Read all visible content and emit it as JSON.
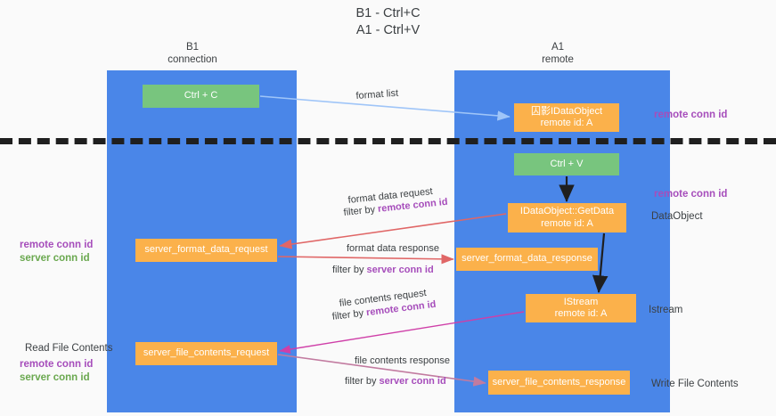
{
  "title": "B1 - Ctrl+C\nA1 - Ctrl+V",
  "columns": {
    "left": "B1\nconnection",
    "right": "A1\nremote"
  },
  "nodes": {
    "ctrl_c": "Ctrl + C",
    "idataobject": {
      "line1": "囚影IDataObject",
      "line2": "remote id: A"
    },
    "ctrl_v": "Ctrl + V",
    "getdata": {
      "line1": "IDataObject::GetData",
      "line2": "remote id: A"
    },
    "server_format_data_request": "server_format_data_request",
    "server_format_data_response": "server_format_data_response",
    "istream": {
      "line1": "IStream",
      "line2": "remote id: A"
    },
    "server_file_contents_request": "server_file_contents_request",
    "server_file_contents_response": "server_file_contents_response"
  },
  "edges": {
    "format_list": "format list",
    "format_data_request": "format data request",
    "format_data_request_filter_prefix": "filter by ",
    "format_data_request_filter_value": "remote conn id",
    "format_data_response": "format data response",
    "format_data_response_filter_prefix": "filter by ",
    "format_data_response_filter_value": "server conn id",
    "file_contents_request": "file contents request",
    "file_contents_request_filter_prefix": "filter by ",
    "file_contents_request_filter_value": "remote conn id",
    "file_contents_response": "file contents response",
    "file_contents_response_filter_prefix": "filter by ",
    "file_contents_response_filter_value": "server conn id"
  },
  "side_labels": {
    "remote_conn_id_top": "remote conn id",
    "remote_conn_id_mid": "remote conn id",
    "dataobject": "DataObject",
    "istream": "Istream",
    "write_file_contents": "Write File Contents",
    "read_file_contents": "Read File Contents",
    "left_remote_conn_id_1": "remote conn id",
    "left_server_conn_id_1": "server conn id",
    "left_remote_conn_id_2": "remote conn id",
    "left_server_conn_id_2": "server conn id"
  },
  "colors": {
    "lane": "#4a86e8",
    "green_node": "#78c57e",
    "orange_node": "#fbb14b",
    "purple_text": "#a64dbb",
    "green_text": "#6aa84f",
    "arrow_light_blue": "#9fc5f8",
    "arrow_red": "#e06666",
    "arrow_magenta": "#c27ba0",
    "arrow_pink": "#d5339c",
    "arrow_black": "#1f1f1f",
    "divider": "#1f1f1f",
    "background": "#fafafa"
  }
}
